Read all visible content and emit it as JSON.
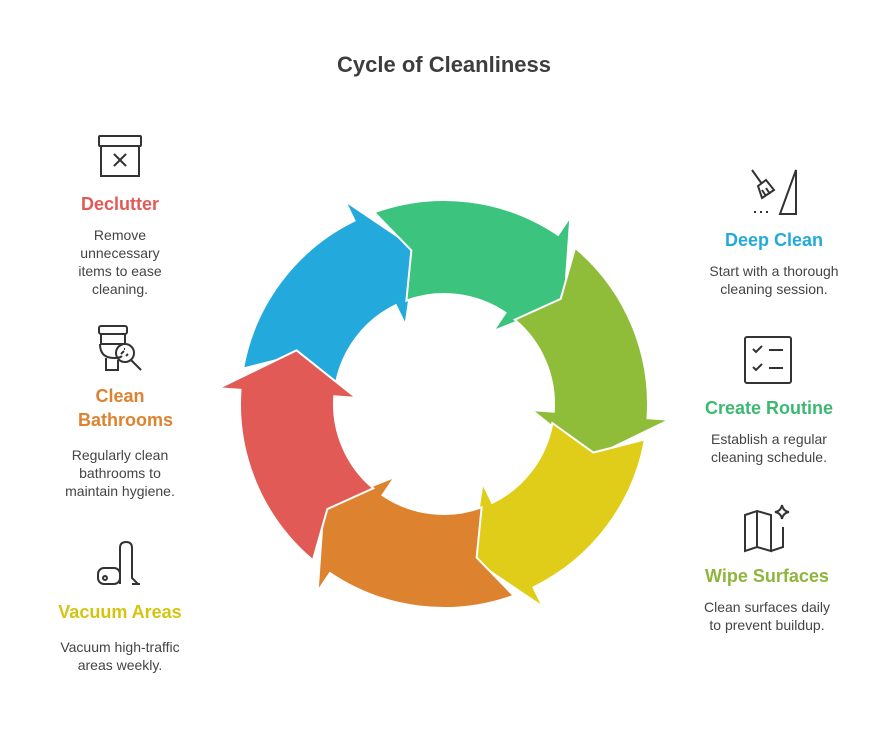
{
  "title": "Cycle of Cleanliness",
  "colors": {
    "deep_clean": "#23a9dc",
    "create_routine": "#3cc37e",
    "wipe_surfaces": "#8fbd3a",
    "vacuum_areas": "#dfcd1a",
    "clean_bathrooms": "#dd8330",
    "declutter": "#e25a56"
  },
  "steps": {
    "declutter": {
      "label": "Declutter",
      "desc": "Remove unnecessary items to ease cleaning.",
      "icon": "box-x-icon"
    },
    "clean_bathrooms": {
      "label": "Clean Bathrooms",
      "desc": "Regularly clean bathrooms to maintain hygiene.",
      "icon": "toilet-icon"
    },
    "vacuum_areas": {
      "label": "Vacuum Areas",
      "desc": "Vacuum high-traffic areas weekly.",
      "icon": "vacuum-icon"
    },
    "deep_clean": {
      "label": "Deep Clean",
      "desc": "Start with a thorough cleaning session.",
      "icon": "broom-icon"
    },
    "create_routine": {
      "label": "Create Routine",
      "desc": "Establish a regular cleaning schedule.",
      "icon": "checklist-icon"
    },
    "wipe_surfaces": {
      "label": "Wipe Surfaces",
      "desc": "Clean surfaces daily to prevent buildup.",
      "icon": "sparkle-map-icon"
    }
  }
}
